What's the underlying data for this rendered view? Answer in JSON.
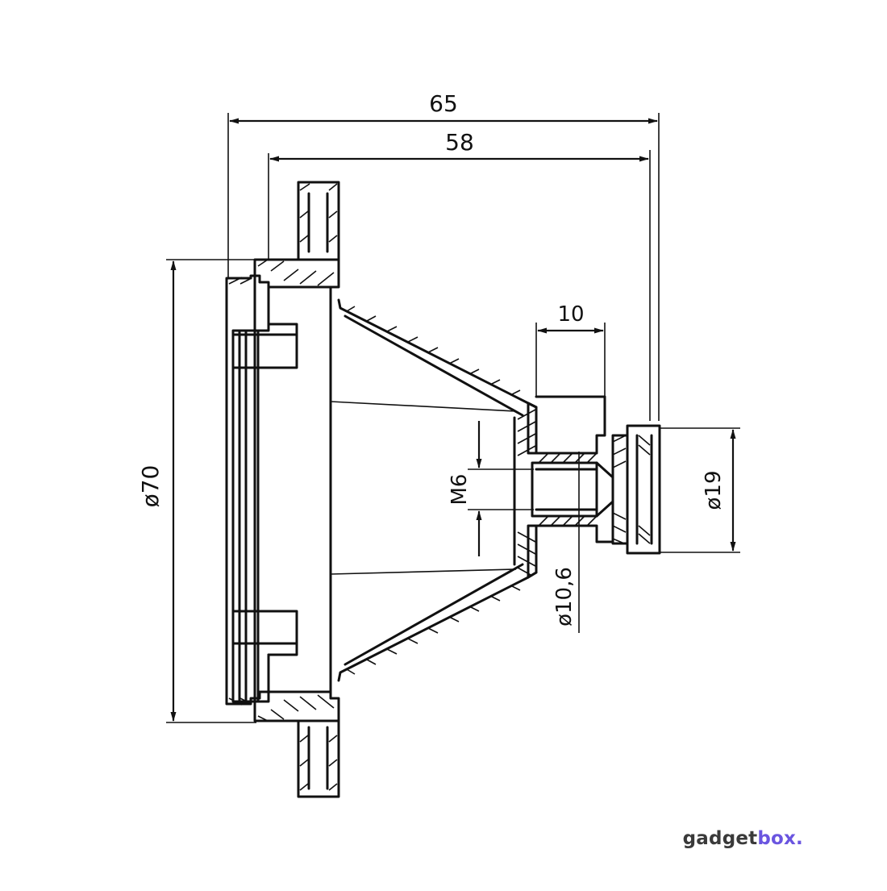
{
  "drawing": {
    "dimensions": {
      "overall_length": "65",
      "flange_length": "58",
      "body_diameter": "ø70",
      "hub_width": "10",
      "thread": "M6",
      "bore_diameter": "ø10,6",
      "knob_diameter": "ø19"
    }
  },
  "brand": {
    "part1": "gadget",
    "part2": "box."
  }
}
